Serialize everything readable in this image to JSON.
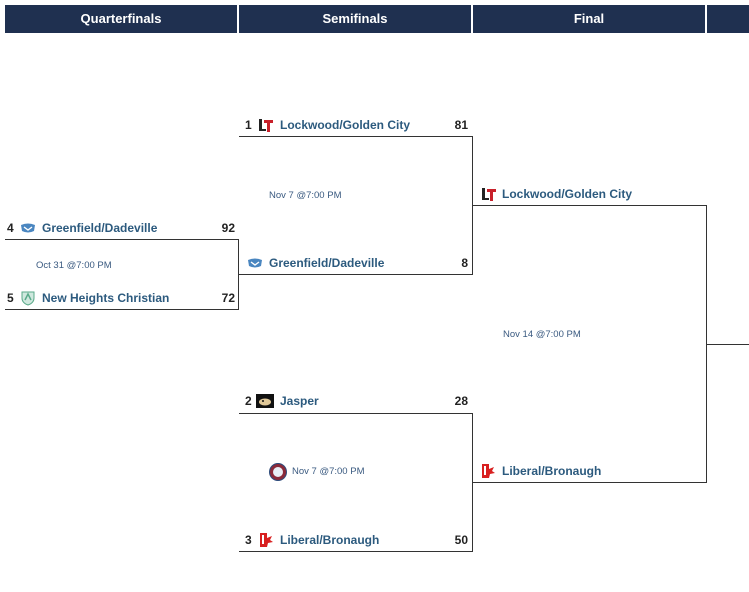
{
  "rounds": [
    "Quarterfinals",
    "Semifinals",
    "Final"
  ],
  "quarterfinal": {
    "top": {
      "seed": "4",
      "name": "Greenfield/Dadeville",
      "score": "92"
    },
    "bottom": {
      "seed": "5",
      "name": "New Heights Christian",
      "score": "72"
    },
    "info": "Oct 31 @7:00 PM"
  },
  "semifinal_1": {
    "top": {
      "seed": "1",
      "name": "Lockwood/Golden City",
      "score": "81"
    },
    "bottom": {
      "seed": "",
      "name": "Greenfield/Dadeville",
      "score": "8"
    },
    "info": "Nov 7 @7:00 PM"
  },
  "semifinal_2": {
    "top": {
      "seed": "2",
      "name": "Jasper",
      "score": "28"
    },
    "bottom": {
      "seed": "3",
      "name": "Liberal/Bronaugh",
      "score": "50"
    },
    "info": "Nov 7 @7:00 PM"
  },
  "final": {
    "top": {
      "name": "Lockwood/Golden City"
    },
    "bottom": {
      "name": "Liberal/Bronaugh"
    },
    "info": "Nov 14 @7:00 PM"
  },
  "colors": {
    "header_bg": "#1f3050",
    "team_name": "#2c5a7e",
    "lockwood": "#c8202a",
    "liberal": "#d82020",
    "greenfield": "#4a86c0",
    "new_heights": "#5aaa8a"
  }
}
